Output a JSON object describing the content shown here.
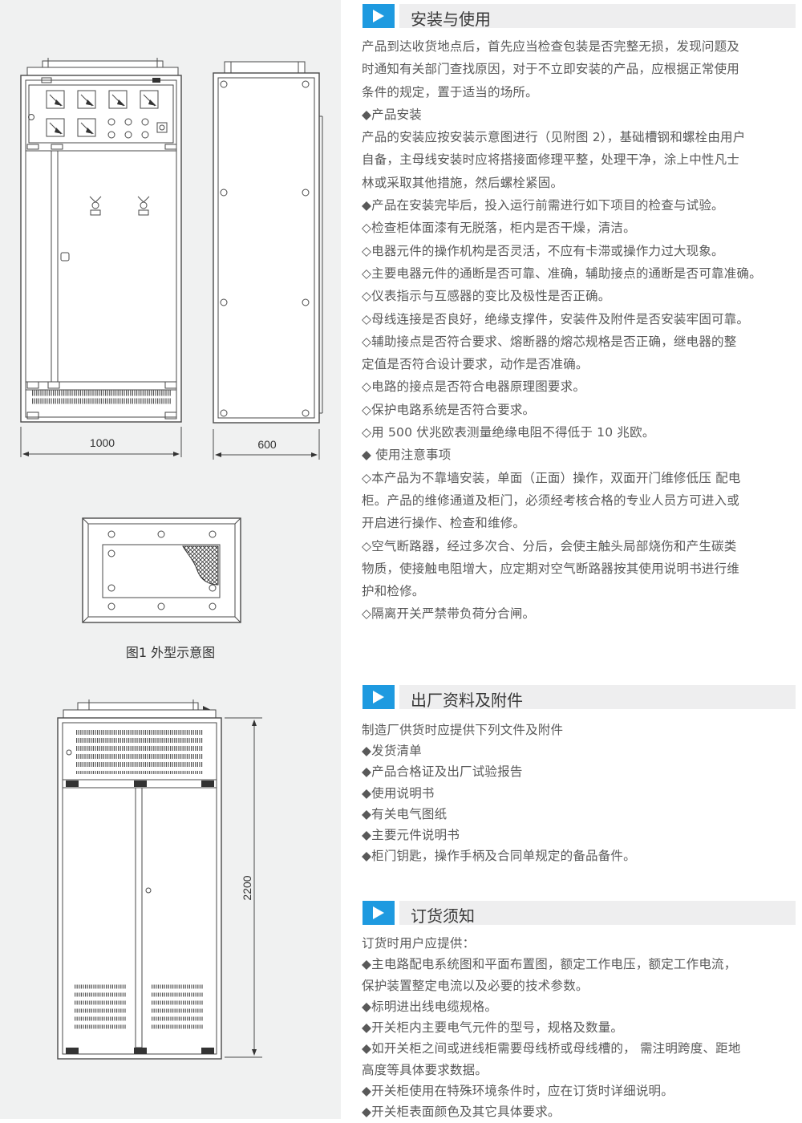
{
  "figure": {
    "caption": "图1 外型示意图",
    "front_width_label": "1000",
    "side_width_label": "600",
    "height_label": "2200"
  },
  "sections": {
    "install": {
      "title": "安装与使用",
      "lines": [
        "产品到达收货地点后，首先应当检查包装是否完整无损，发现问题及",
        "时通知有关部门查找原因，对于不立即安装的产品，应根据正常使用",
        "条件的规定，置于适当的场所。",
        "◆产品安装",
        "产品的安装应按安装示意图进行（见附图 2），基础槽钢和螺栓由用户",
        "自备，主母线安装时应将搭接面修理平整，处理干净，涂上中性凡士",
        "林或采取其他措施，然后螺栓紧固。",
        "◆产品在安装完毕后，投入运行前需进行如下项目的检查与试验。",
        "◇检查柜体面漆有无脱落，柜内是否干燥，清洁。",
        "◇电器元件的操作机构是否灵活，不应有卡滞或操作力过大现象。",
        "◇主要电器元件的通断是否可靠、准确，辅助接点的通断是否可靠准确。",
        "◇仪表指示与互感器的变比及极性是否正确。",
        "◇母线连接是否良好，绝缘支撑件，安装件及附件是否安装牢固可靠。",
        "◇辅助接点是否符合要求、熔断器的熔芯规格是否正确，继电器的整",
        "定值是否符合设计要求，动作是否准确。",
        "◇电路的接点是否符合电器原理图要求。",
        "◇保护电路系统是否符合要求。",
        "◇用 500 伏兆欧表测量绝缘电阻不得低于 10 兆欧。",
        "◆ 使用注意事项",
        "◇本产品为不靠墙安装，单面（正面）操作，双面开门维修低压 配电",
        "柜。产品的维修通道及柜门，必须经考核合格的专业人员方可进入或",
        "开启进行操作、检查和维修。",
        "◇空气断路器，经过多次合、分后，会使主触头局部烧伤和产生碳类",
        "物质，使接触电阻增大，应定期对空气断路器按其使用说明书进行维",
        "护和检修。",
        "◇隔离开关严禁带负荷分合闸。"
      ]
    },
    "factory": {
      "title": "出厂资料及附件",
      "lines": [
        "制造厂供货时应提供下列文件及附件",
        "◆发货清单",
        "◆产品合格证及出厂试验报告",
        "◆使用说明书",
        "◆有关电气图纸",
        "◆主要元件说明书",
        "◆柜门钥匙，操作手柄及合同单规定的备品备件。"
      ]
    },
    "order": {
      "title": "订货须知",
      "lines": [
        "订货时用户应提供：",
        "◆主电路配电系统图和平面布置图，额定工作电压，额定工作电流，",
        "保护装置整定电流以及必要的技术参数。",
        "◆标明进出线电缆规格。",
        "◆开关柜内主要电气元件的型号，规格及数量。",
        "◆如开关柜之间或进线柜需要母线桥或母线槽的， 需注明跨度、距地",
        "高度等具体要求数据。",
        "◆开关柜使用在特殊环境条件时，应在订货时详细说明。",
        "◆开关柜表面颜色及其它具体要求。"
      ]
    }
  },
  "colors": {
    "accent": "#1e9ae0",
    "header_bar": "#eeeeef",
    "left_panel": "#f0f1f1",
    "body_text": "#595959"
  }
}
